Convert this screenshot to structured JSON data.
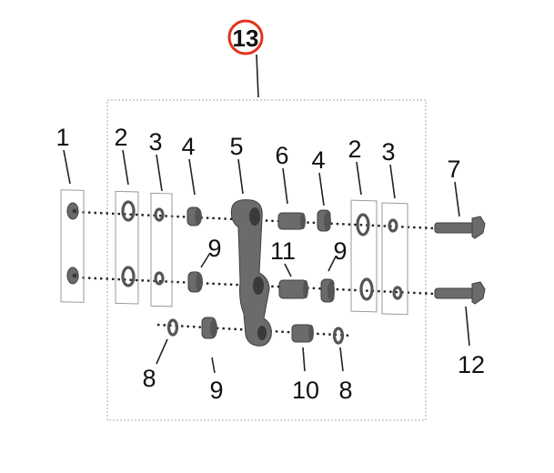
{
  "diagram": {
    "assembly_label": "13",
    "callout_color": "#e0331e",
    "labels": {
      "nut_1": "1",
      "washer_2_left": "2",
      "washer_3_left": "3",
      "bushing_4_left": "4",
      "rocker_5": "5",
      "sleeve_6": "6",
      "bushing_4_right": "4",
      "washer_2_right": "2",
      "washer_3_right": "3",
      "bolt_7": "7",
      "bushing_9_upper_left": "9",
      "sleeve_11": "11",
      "bushing_9_upper_right": "9",
      "ring_8_left": "8",
      "bushing_9_lower": "9",
      "sleeve_10": "10",
      "ring_8_right": "8",
      "bolt_12": "12"
    }
  }
}
